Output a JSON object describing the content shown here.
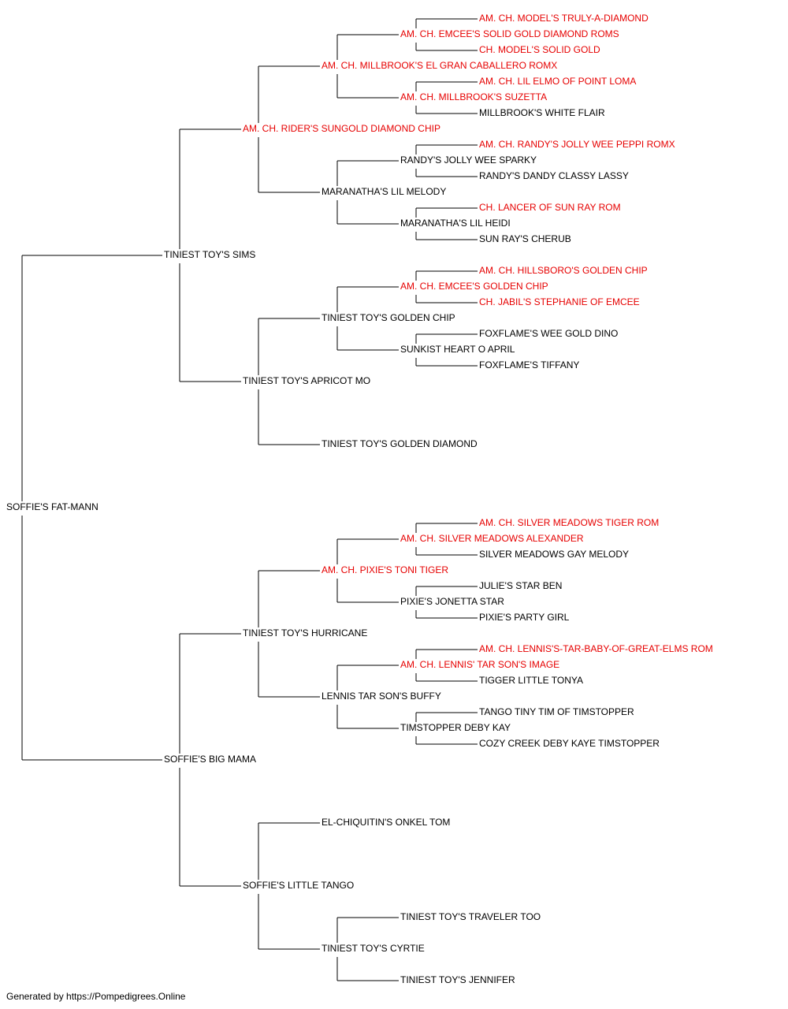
{
  "colors": {
    "champion": "#e60000",
    "normal": "#000000",
    "lines": "#000000"
  },
  "footer": "Generated by https://Pompedigrees.Online",
  "pedigree": {
    "name": "SOFFIE'S FAT-MANN",
    "sire": {
      "name": "TINIEST TOY'S SIMS",
      "sire": {
        "name": "AM. CH. RIDER'S SUNGOLD DIAMOND CHIP",
        "champion": true,
        "sire": {
          "name": "AM. CH. MILLBROOK'S EL GRAN CABALLERO ROMX",
          "champion": true,
          "sire": {
            "name": "AM. CH. EMCEE'S SOLID GOLD DIAMOND ROMS",
            "champion": true,
            "sire": {
              "name": "AM. CH. MODEL'S TRULY-A-DIAMOND",
              "champion": true
            },
            "dam": {
              "name": "CH. MODEL'S SOLID GOLD",
              "champion": true
            }
          },
          "dam": {
            "name": "AM. CH. MILLBROOK'S SUZETTA",
            "champion": true,
            "sire": {
              "name": "AM. CH. LIL ELMO OF POINT LOMA",
              "champion": true
            },
            "dam": {
              "name": "MILLBROOK'S WHITE FLAIR"
            }
          }
        },
        "dam": {
          "name": "MARANATHA'S LIL MELODY",
          "sire": {
            "name": "RANDY'S JOLLY WEE SPARKY",
            "sire": {
              "name": "AM. CH. RANDY'S JOLLY WEE PEPPI ROMX",
              "champion": true
            },
            "dam": {
              "name": "RANDY'S DANDY CLASSY LASSY"
            }
          },
          "dam": {
            "name": "MARANATHA'S LIL HEIDI",
            "sire": {
              "name": "CH. LANCER OF SUN RAY ROM",
              "champion": true
            },
            "dam": {
              "name": "SUN RAY'S CHERUB"
            }
          }
        }
      },
      "dam": {
        "name": "TINIEST TOY'S APRICOT MO",
        "sire": {
          "name": "TINIEST TOY'S GOLDEN CHIP",
          "sire": {
            "name": "AM. CH. EMCEE'S GOLDEN CHIP",
            "champion": true,
            "sire": {
              "name": "AM. CH. HILLSBORO'S GOLDEN CHIP",
              "champion": true
            },
            "dam": {
              "name": "CH. JABIL'S STEPHANIE OF EMCEE",
              "champion": true
            }
          },
          "dam": {
            "name": "SUNKIST HEART O APRIL",
            "sire": {
              "name": "FOXFLAME'S WEE GOLD DINO"
            },
            "dam": {
              "name": "FOXFLAME'S TIFFANY"
            }
          }
        },
        "dam": {
          "name": "TINIEST TOY'S GOLDEN DIAMOND"
        }
      }
    },
    "dam": {
      "name": "SOFFIE'S BIG MAMA",
      "sire": {
        "name": "TINIEST TOY'S HURRICANE",
        "sire": {
          "name": "AM. CH. PIXIE'S TONI TIGER",
          "champion": true,
          "sire": {
            "name": "AM. CH. SILVER MEADOWS ALEXANDER",
            "champion": true,
            "sire": {
              "name": "AM. CH. SILVER MEADOWS TIGER ROM",
              "champion": true
            },
            "dam": {
              "name": "SILVER MEADOWS GAY MELODY"
            }
          },
          "dam": {
            "name": "PIXIE'S JONETTA STAR",
            "sire": {
              "name": "JULIE'S STAR BEN"
            },
            "dam": {
              "name": "PIXIE'S PARTY GIRL"
            }
          }
        },
        "dam": {
          "name": "LENNIS TAR SON'S BUFFY",
          "sire": {
            "name": "AM. CH. LENNIS' TAR SON'S IMAGE",
            "champion": true,
            "sire": {
              "name": "AM. CH. LENNIS'S-TAR-BABY-OF-GREAT-ELMS ROM",
              "champion": true
            },
            "dam": {
              "name": "TIGGER LITTLE TONYA"
            }
          },
          "dam": {
            "name": "TIMSTOPPER DEBY KAY",
            "sire": {
              "name": "TANGO TINY TIM OF TIMSTOPPER"
            },
            "dam": {
              "name": "COZY CREEK DEBY KAYE TIMSTOPPER"
            }
          }
        }
      },
      "dam": {
        "name": "SOFFIE'S LITTLE TANGO",
        "sire": {
          "name": "EL-CHIQUITIN'S ONKEL TOM"
        },
        "dam": {
          "name": "TINIEST TOY'S CYRTIE",
          "sire": {
            "name": "TINIEST TOY'S TRAVELER TOO"
          },
          "dam": {
            "name": "TINIEST TOY'S JENNIFER"
          }
        }
      }
    }
  }
}
